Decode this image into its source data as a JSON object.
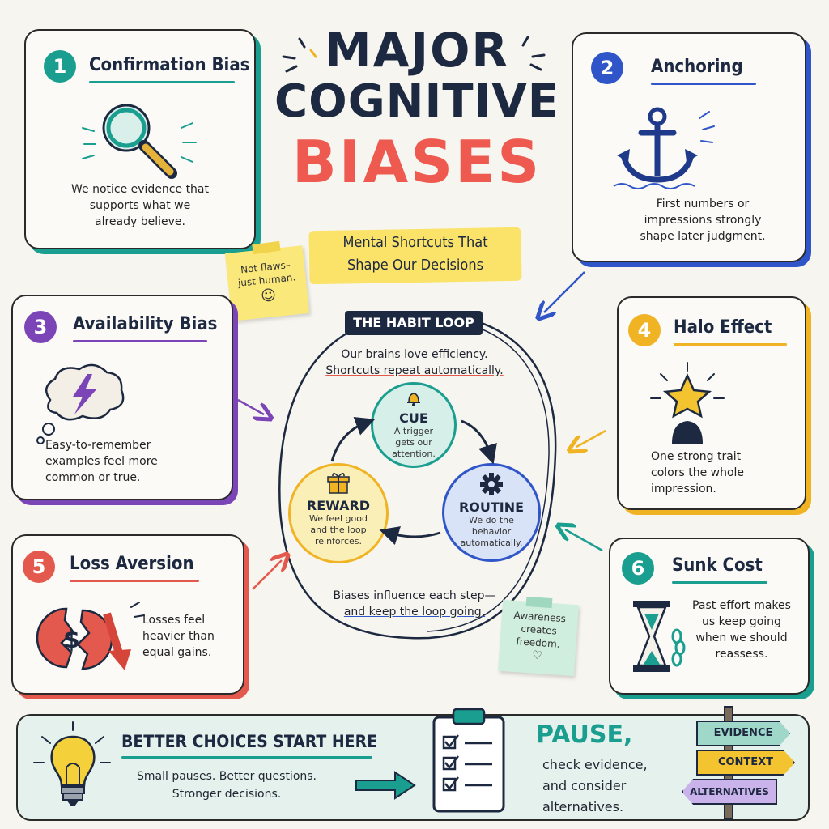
{
  "title": {
    "line1": "MAJOR",
    "line2": "COGNITIVE",
    "line3": "BIASES",
    "subtitle1": "Mental Shortcuts That",
    "subtitle2": "Shape Our Decisions"
  },
  "sticky_top": {
    "line1": "Not flaws–",
    "line2": "just human.",
    "face": "☺"
  },
  "sticky_bottom": {
    "line1": "Awareness",
    "line2": "creates",
    "line3": "freedom.",
    "heart": "♡"
  },
  "cards": [
    {
      "num": "1",
      "title": "Confirmation Bias",
      "lines": [
        "We notice evidence that",
        "supports what we",
        "already believe."
      ],
      "color": "#1a9e8f",
      "icon": "magnifier-icon"
    },
    {
      "num": "2",
      "title": "Anchoring",
      "lines": [
        "First numbers or",
        "impressions strongly",
        "shape later judgment."
      ],
      "color": "#2f55c9",
      "icon": "anchor-icon"
    },
    {
      "num": "3",
      "title": "Availability Bias",
      "lines": [
        "Easy-to-remember",
        "examples feel more",
        "common or true."
      ],
      "color": "#7b45b8",
      "icon": "thought-cloud-icon"
    },
    {
      "num": "4",
      "title": "Halo Effect",
      "lines": [
        "One strong trait",
        "colors the whole",
        "impression."
      ],
      "color": "#f0b323",
      "icon": "star-person-icon"
    },
    {
      "num": "5",
      "title": "Loss Aversion",
      "lines": [
        "Losses feel",
        "heavier than",
        "equal gains."
      ],
      "color": "#e4594d",
      "icon": "broken-coin-icon"
    },
    {
      "num": "6",
      "title": "Sunk Cost",
      "lines": [
        "Past effort makes",
        "us keep going",
        "when we should",
        "reassess."
      ],
      "color": "#1a9e8f",
      "icon": "hourglass-icon"
    }
  ],
  "habit_loop": {
    "label": "THE HABIT LOOP",
    "intro1": "Our brains love efficiency.",
    "intro2": "Shortcuts repeat automatically.",
    "cue": {
      "title": "CUE",
      "lines": [
        "A trigger",
        "gets our",
        "attention."
      ]
    },
    "routine": {
      "title": "ROUTINE",
      "lines": [
        "We do the",
        "behavior",
        "automatically."
      ]
    },
    "reward": {
      "title": "REWARD",
      "lines": [
        "We feel good",
        "and the loop",
        "reinforces."
      ]
    },
    "outro1": "Biases influence each step—",
    "outro2": "and keep the loop going."
  },
  "bottom": {
    "heading": "BETTER CHOICES START HERE",
    "sub1": "Small pauses. Better questions.",
    "sub2": "Stronger decisions.",
    "pause": "PAUSE,",
    "pause1": "check evidence,",
    "pause2": "and consider",
    "pause3": "alternatives.",
    "signs": [
      "EVIDENCE",
      "CONTEXT",
      "ALTERNATIVES"
    ]
  },
  "colors": {
    "teal": "#1a9e8f",
    "blue": "#2f55c9",
    "purple": "#7b45b8",
    "yellow": "#f0b323",
    "red": "#e4594d",
    "navy": "#1d2940"
  }
}
